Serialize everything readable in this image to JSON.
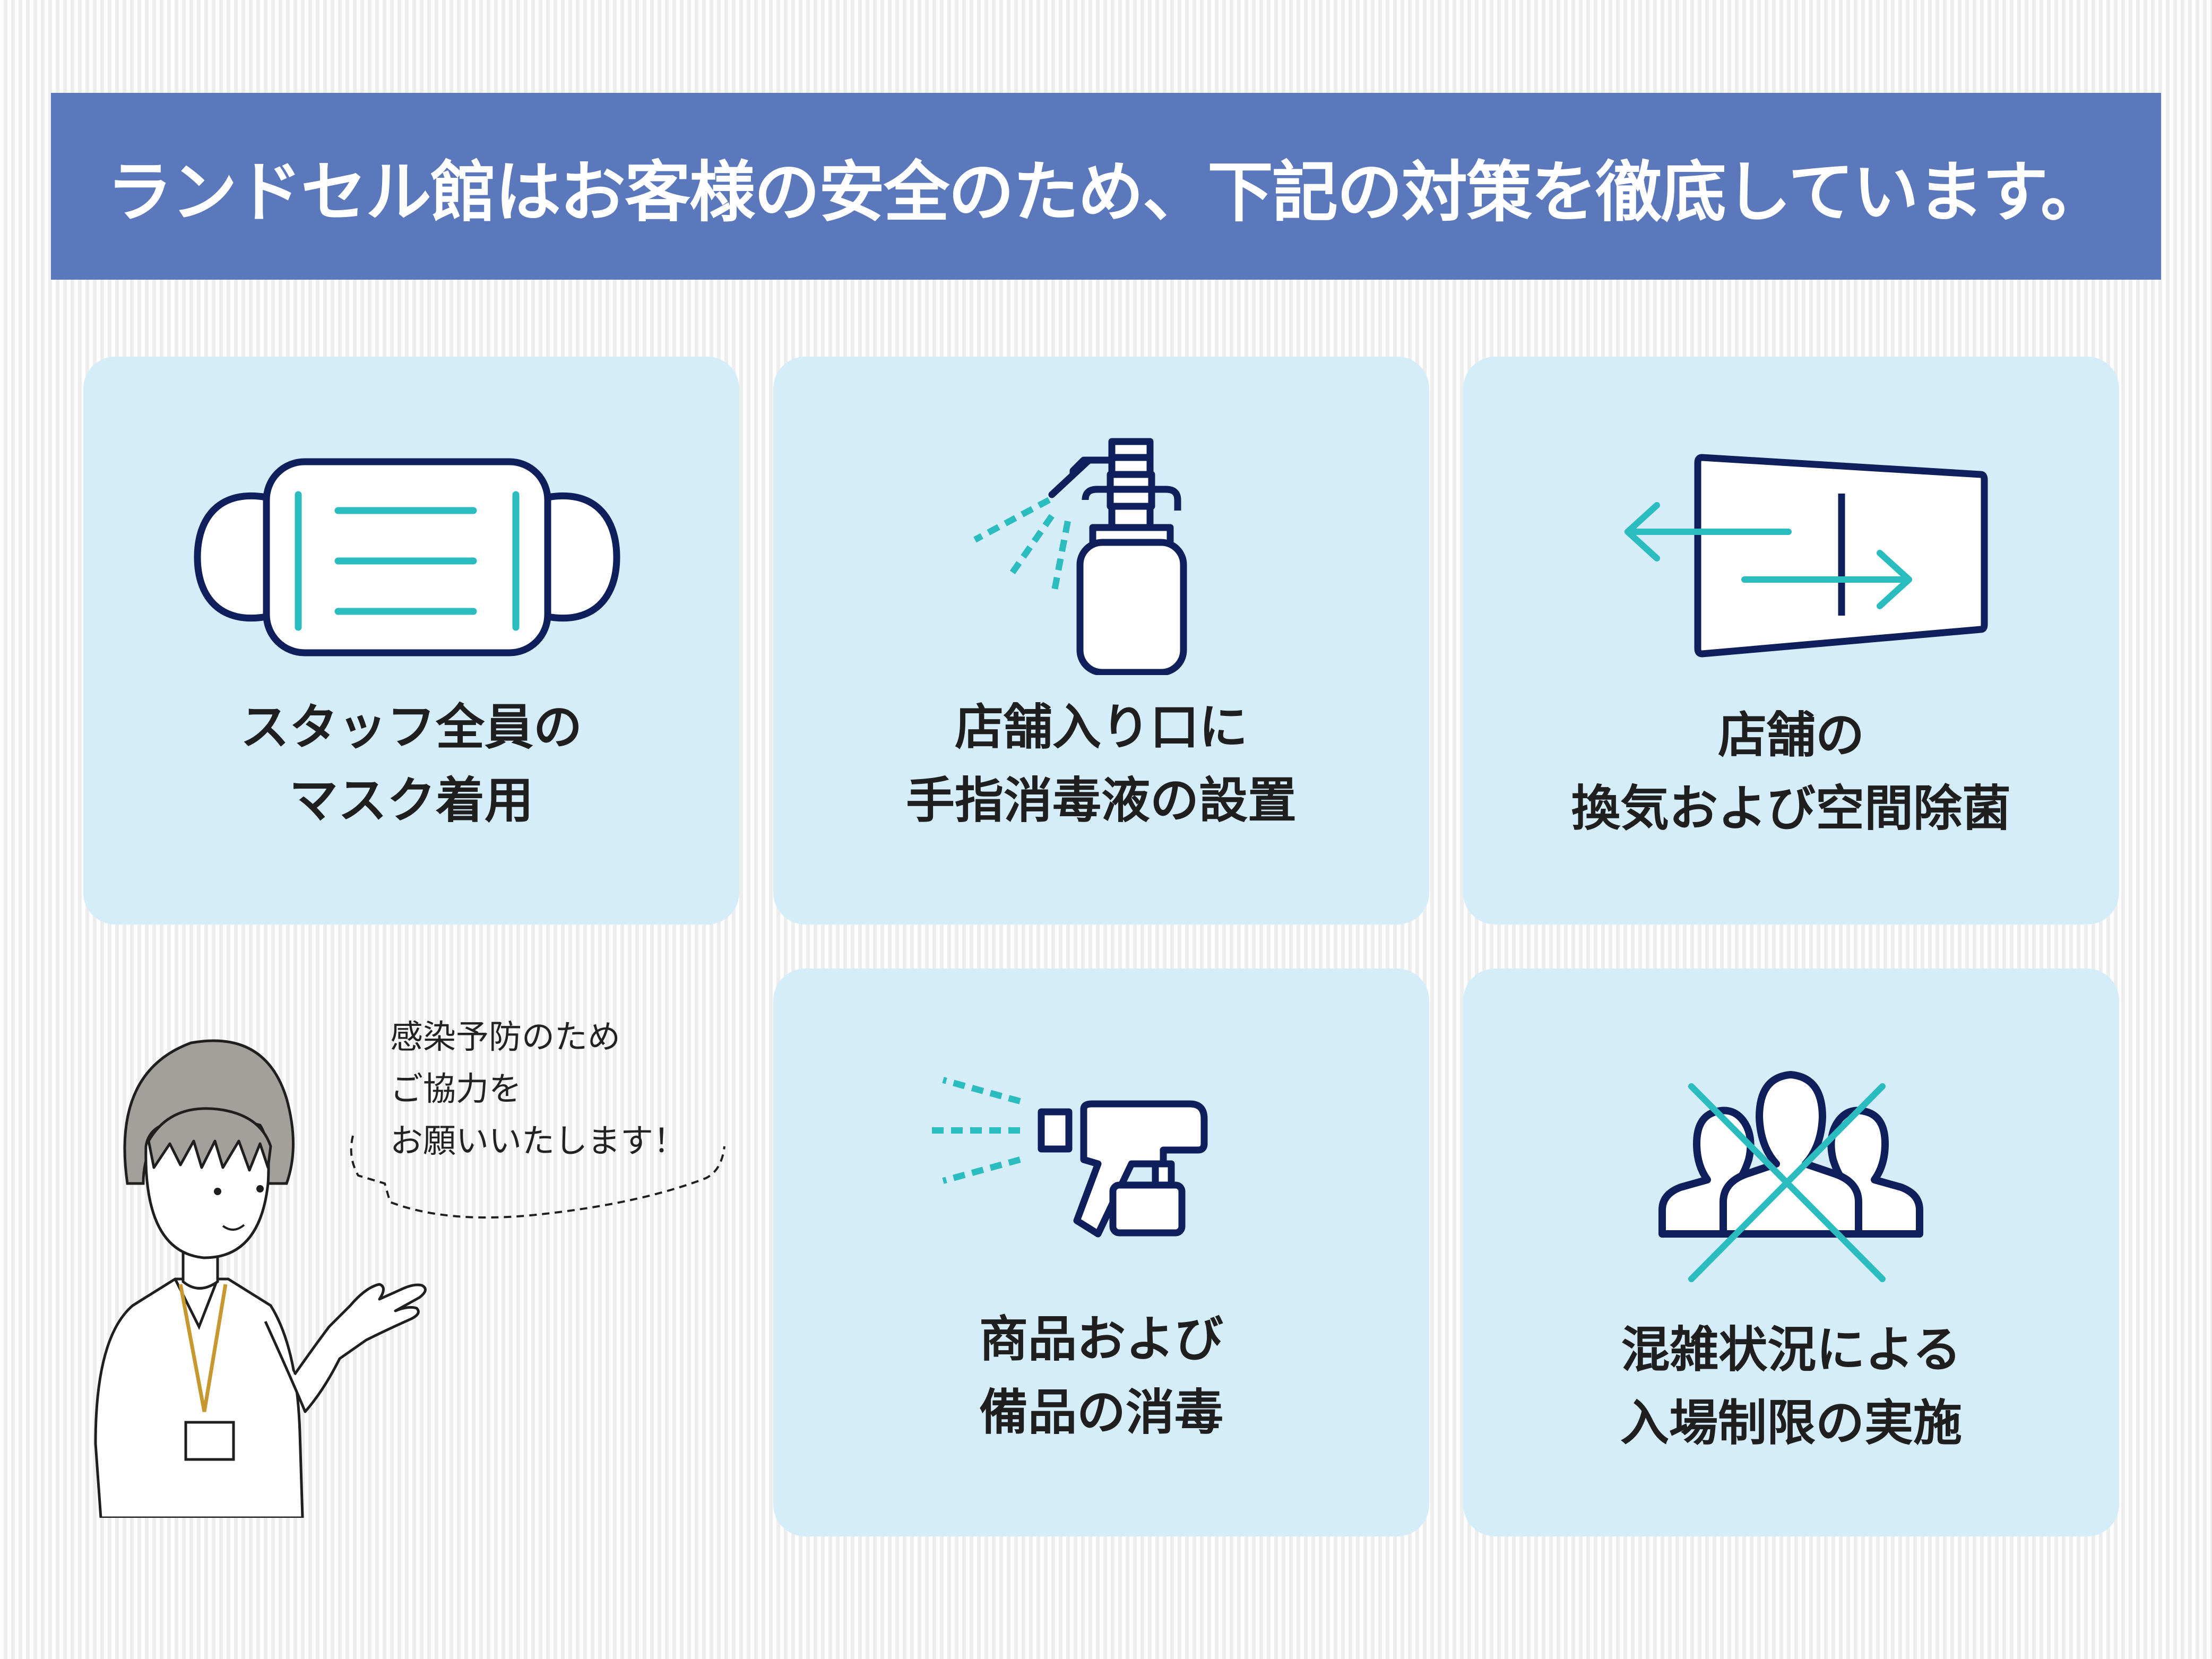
{
  "header": {
    "title": "ランドセル館はお客様の安全のため、下記の対策を徹底しています。"
  },
  "cards": [
    {
      "icon": "face-mask-icon",
      "line1": "スタッフ全員の",
      "line2": "マスク着用"
    },
    {
      "icon": "sanitizer-pump-bottle-icon",
      "line1": "店舗入り口に",
      "line2": "手指消毒液の設置"
    },
    {
      "icon": "window-ventilation-icon",
      "line1": "店舗の",
      "line2": "換気および空間除菌"
    },
    {
      "icon": "spray-trigger-icon",
      "line1": "商品および",
      "line2": "備品の消毒"
    },
    {
      "icon": "no-crowd-icon",
      "line1": "混雑状況による",
      "line2": "入場制限の実施"
    }
  ],
  "speech": {
    "line1": "感染予防のため",
    "line2": "ご協力を",
    "line3": "お願いいたします！"
  },
  "colors": {
    "banner": "#5c78bc",
    "card": "#d5ecf9",
    "navy": "#0f1f5c",
    "teal": "#2bbcc0"
  }
}
